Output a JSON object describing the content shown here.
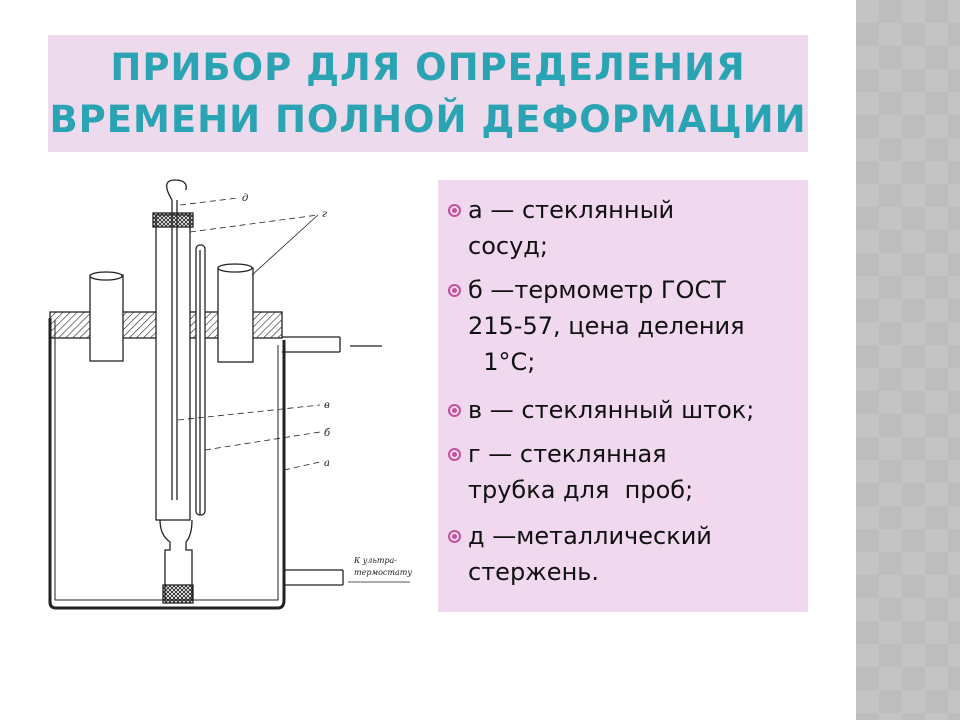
{
  "title": {
    "line1": "ПРИБОР ДЛЯ ОПРЕДЕЛЕНИЯ",
    "line2": "ВРЕМЕНИ ПОЛНОЙ ДЕФОРМАЦИИ"
  },
  "items": [
    {
      "lines": [
        "а — стеклянный",
        "сосуд;"
      ]
    },
    {
      "lines": [
        "б —термометр ГОСТ",
        "215-57, цена деления",
        "  1°С;"
      ]
    },
    {
      "lines": [
        "в — стеклянный шток;"
      ]
    },
    {
      "lines": [
        "г — стеклянная",
        "трубка для  проб;"
      ]
    },
    {
      "lines": [
        "д —металлический",
        "стержень."
      ]
    }
  ],
  "diagram": {
    "labels": {
      "d": "д",
      "g": "г",
      "v": "в",
      "b": "б",
      "a": "а",
      "thermo1": "К ультра-",
      "thermo2": "термостату"
    }
  },
  "colors": {
    "title": "#2aa3b2",
    "bullet": "#c2519c",
    "title_bg": "#eddaed",
    "list_bg": "#f0d8ee"
  }
}
